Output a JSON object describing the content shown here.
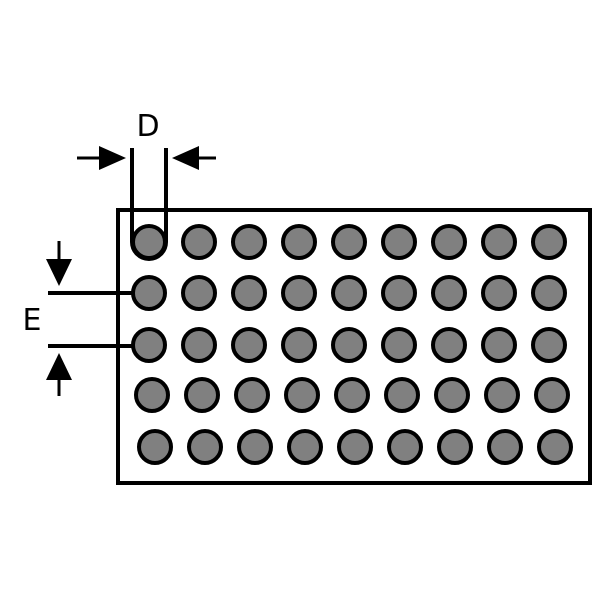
{
  "labels": {
    "diameter": "D",
    "pitch": "E"
  },
  "grid": {
    "rows": 5,
    "columns": 9
  },
  "colors": {
    "hole_fill": "#808080",
    "stroke": "#000000",
    "background": "#ffffff"
  }
}
